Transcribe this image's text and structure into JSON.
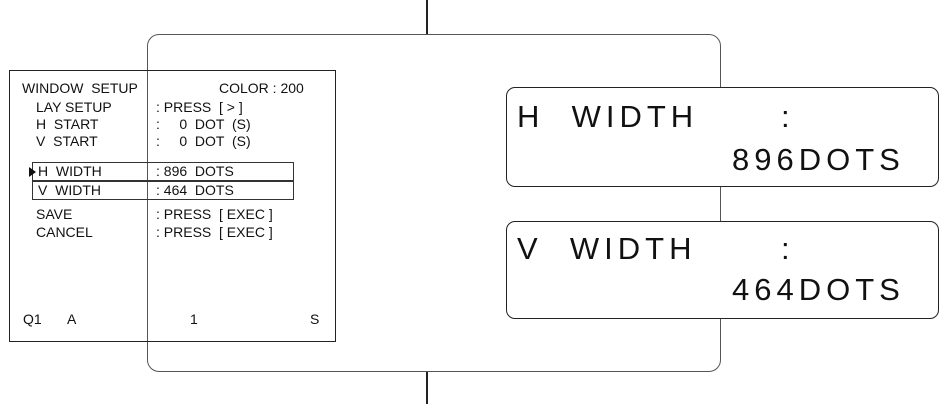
{
  "menu": {
    "title": "WINDOW  SETUP",
    "color": "COLOR : 200",
    "rows": [
      {
        "label": "LAY SETUP",
        "value": ": PRESS  [ > ]"
      },
      {
        "label": "H  START",
        "value": ":     0  DOT  (S)"
      },
      {
        "label": "V  START",
        "value": ":     0  DOT  (S)"
      },
      {
        "label": "H  WIDTH",
        "value": ": 896  DOTS"
      },
      {
        "label": "V  WIDTH",
        "value": ": 464  DOTS"
      },
      {
        "label": "SAVE",
        "value": ": PRESS  [ EXEC ]"
      },
      {
        "label": "CANCEL",
        "value": ": PRESS  [ EXEC ]"
      }
    ],
    "status": {
      "q": "Q1",
      "a": "A",
      "num": "1",
      "s": "S"
    }
  },
  "panels": {
    "h": {
      "label": "H  WIDTH",
      "colon": ":",
      "value": "896DOTS"
    },
    "v": {
      "label": "V  WIDTH",
      "colon": ":",
      "value": "464DOTS"
    }
  }
}
